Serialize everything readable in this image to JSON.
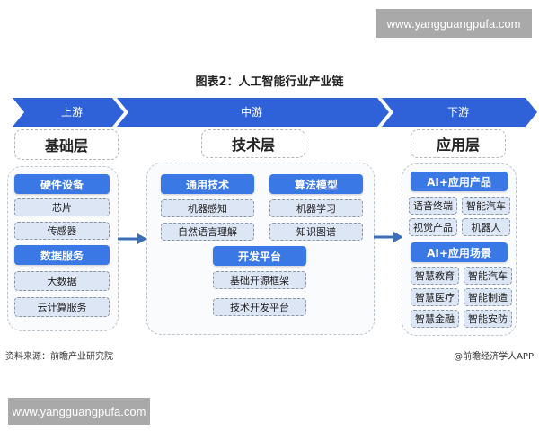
{
  "watermark": {
    "top": "www.yangguangpufa.com",
    "bottom": "www.yangguangpufa.com"
  },
  "title": "图表2：人工智能行业产业链",
  "colors": {
    "banner": "#2f62d9",
    "header": "#3a78e6",
    "item_bg": "#dde6f5",
    "watermark_bg": "#a9a9a9"
  },
  "banner": {
    "upstream": "上游",
    "midstream": "中游",
    "downstream": "下游"
  },
  "upstream": {
    "layer_title": "基础层",
    "groups": [
      {
        "header": "硬件设备",
        "items": [
          "芯片",
          "传感器"
        ]
      },
      {
        "header": "数据服务",
        "items": [
          "大数据",
          "云计算服务"
        ]
      }
    ]
  },
  "midstream": {
    "layer_title": "技术层",
    "groups": [
      {
        "header": "通用技术",
        "items": [
          "机器感知",
          "自然语言理解"
        ]
      },
      {
        "header": "算法模型",
        "items": [
          "机器学习",
          "知识图谱"
        ]
      },
      {
        "header": "开发平台",
        "items": [
          "基础开源框架",
          "技术开发平台"
        ]
      }
    ]
  },
  "downstream": {
    "layer_title": "应用层",
    "groups": [
      {
        "header": "AI+应用产品",
        "items": [
          "语音终端",
          "智能汽车",
          "视觉产品",
          "机器人"
        ]
      },
      {
        "header": "AI+应用场景",
        "items": [
          "智慧教育",
          "智能汽车",
          "智慧医疗",
          "智能制造",
          "智慧金融",
          "智能安防"
        ]
      }
    ]
  },
  "footer": {
    "source": "资料来源：前瞻产业研究院",
    "credit": "@前瞻经济学人APP"
  },
  "icons": {
    "flow_arrow": "right-arrow-icon"
  }
}
